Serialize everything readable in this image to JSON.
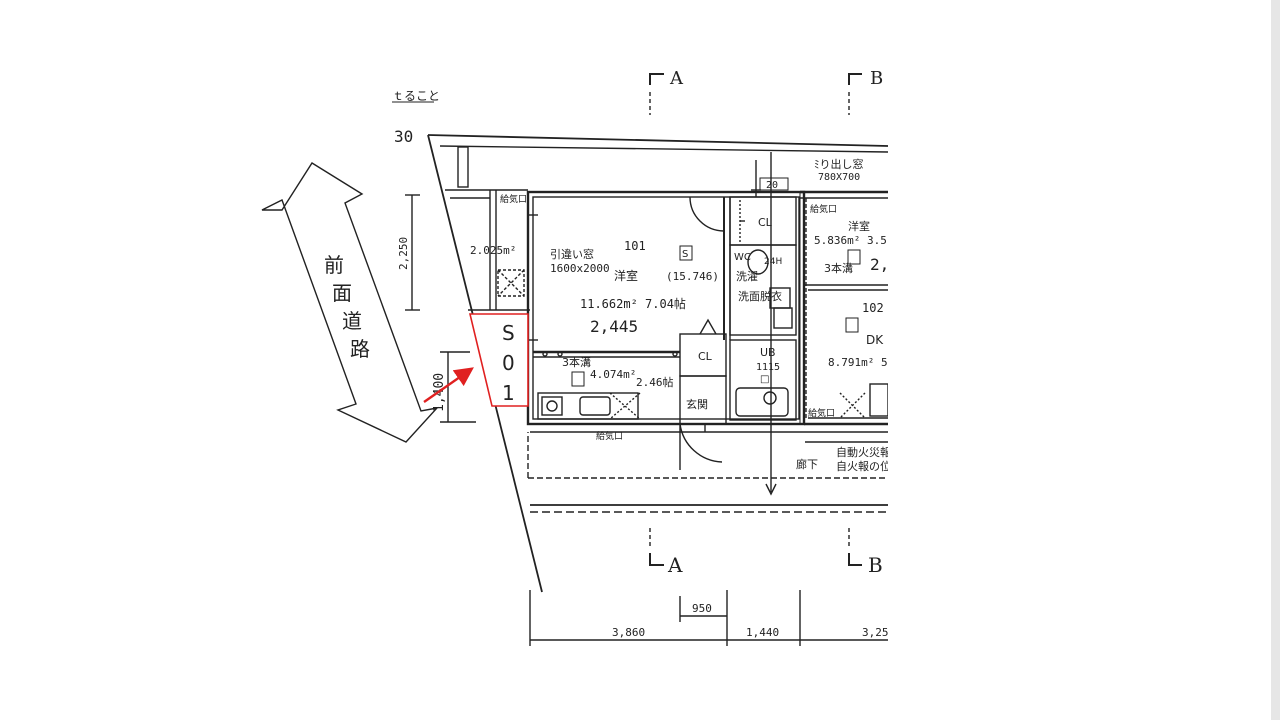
{
  "top_note": "ｔること",
  "section_marks": {
    "a_top": "A",
    "b_top": "B",
    "a_bottom": "A",
    "b_bottom": "B"
  },
  "top_dim": "30",
  "left_dims": {
    "upper": "2,250",
    "lower": "1,400"
  },
  "road_label": [
    "前",
    "面",
    "道",
    "路"
  ],
  "marker_label": [
    "S",
    "0",
    "1"
  ],
  "rooms": {
    "balcony_area": "2.025m²",
    "r101_number": "101",
    "r101_window": "引違い窓",
    "r101_window_size": "1600x2000",
    "r101_name": "洋室",
    "r101_value": "(15.746)",
    "r101_area": "11.662m²  7.04帖",
    "r101_width": "2,445",
    "storage_tatami": "3本溝",
    "storage_area": "4.074m²",
    "storage_jo": "2.46帖",
    "cl_upper": "CL",
    "cl_lower": "CL",
    "entrance": "玄関",
    "wc": "WC",
    "wc_code": "24H",
    "washer": "洗濯",
    "washroom": "洗面脱衣",
    "ub": "UB",
    "ub_size": "1115",
    "window_top": "ﾐり出し窓",
    "window_top_size": "780X700",
    "top_box": "20",
    "r102_name": "洋室",
    "r102_area": "5.836m²  3.5",
    "r102_tatami": "3本溝",
    "r102_big": "2,",
    "r102_number": "102",
    "r102_dk": "DK",
    "r102_dk_area": "8.791m²  5",
    "vent_1": "給気口",
    "vent_2": "給気口",
    "vent_3": "給気口",
    "vent_4": "給気口",
    "corridor": "廊下",
    "fire_1": "自動火災報",
    "fire_2": "自火報の位"
  },
  "bottom_dims": {
    "small": "950",
    "d1": "3,860",
    "d2": "1,440",
    "d3": "3,25"
  }
}
